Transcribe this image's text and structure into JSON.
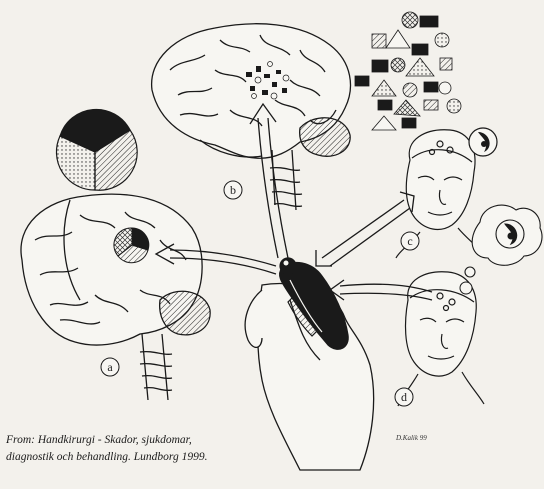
{
  "labels": {
    "a": "a",
    "b": "b",
    "c": "c",
    "d": "d"
  },
  "signature": "D.Kalik 99",
  "caption": {
    "line1": "From: Handkirurgi - Skador, sjukdomar,",
    "line2": "diagnostik och behandling. Lundborg 1999."
  },
  "colors": {
    "ink": "#1a1a1a",
    "paper": "#f3f1ec"
  }
}
